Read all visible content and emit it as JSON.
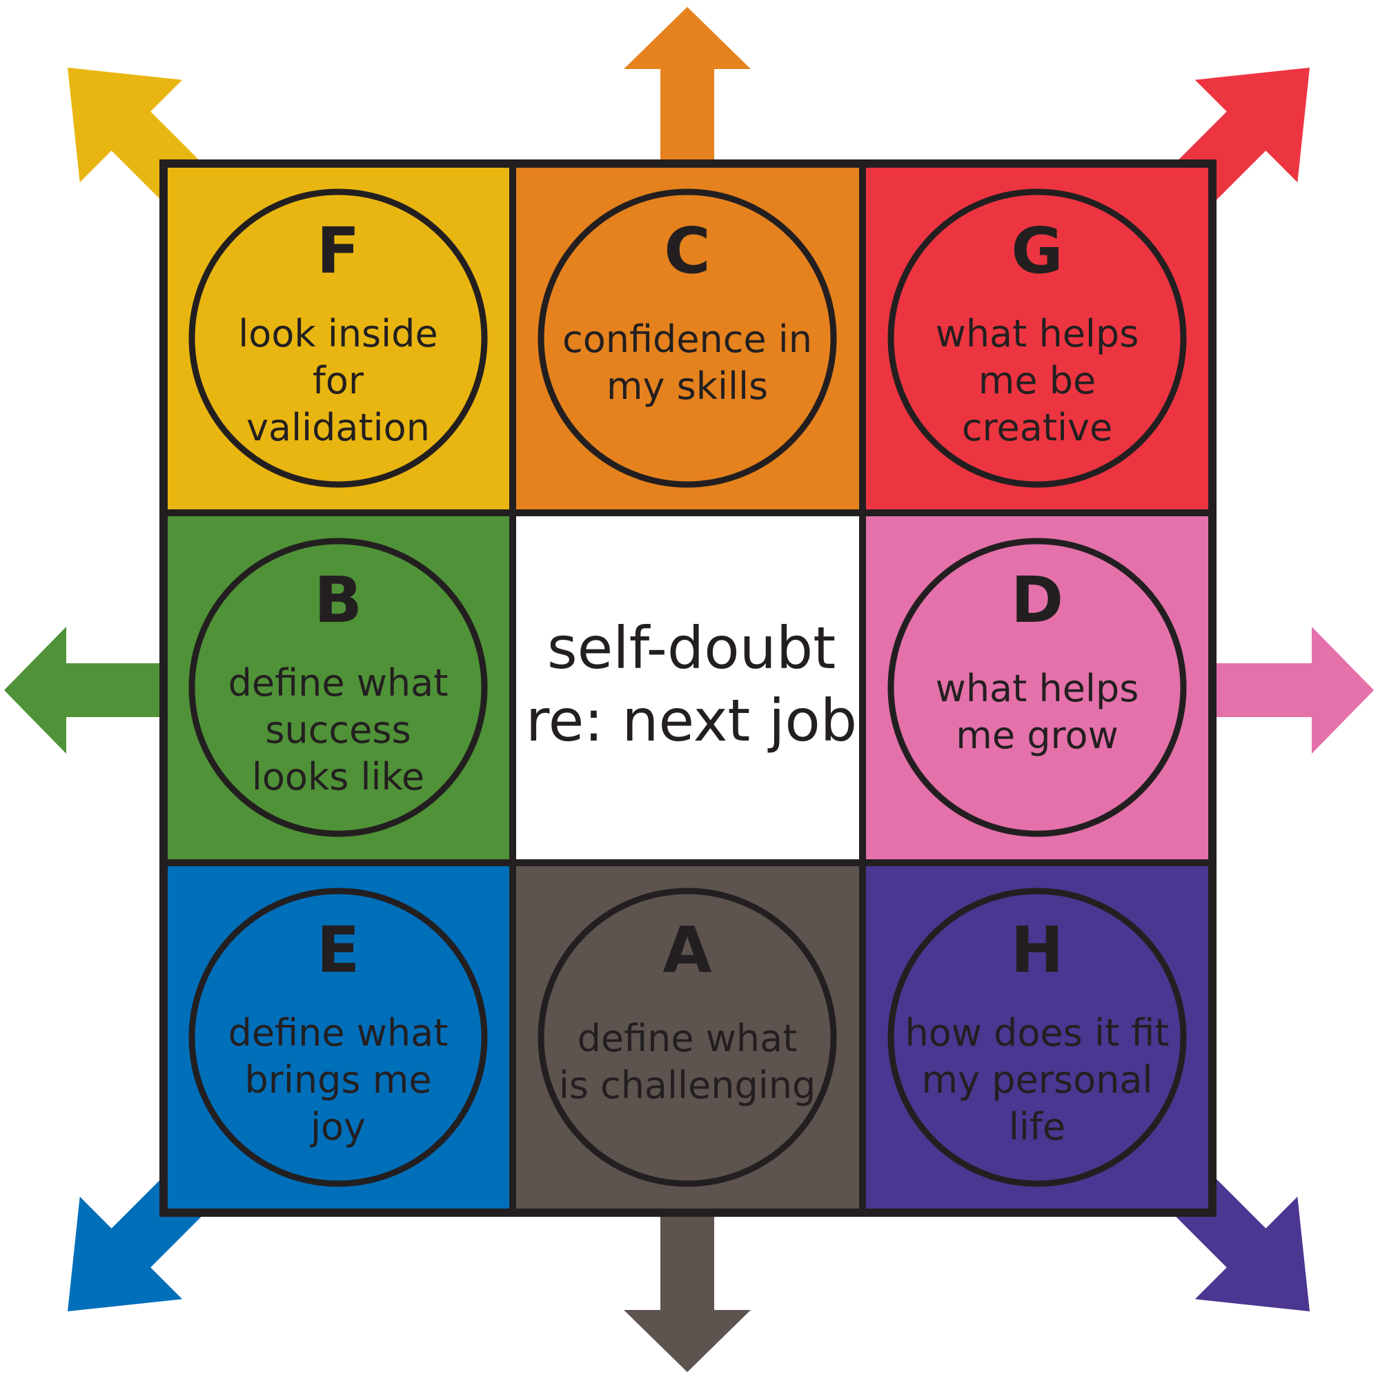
{
  "colors": {
    "outline": "#231f20",
    "center_bg": "#ffffff",
    "yellow": "#e9b611",
    "orange": "#e5821e",
    "red": "#ed3541",
    "green": "#509238",
    "pink": "#e471aa",
    "blue": "#006fba",
    "gray": "#5d534f",
    "purple": "#4b3691"
  },
  "center": {
    "lines": [
      "self-doubt",
      "re: next job"
    ]
  },
  "cells": [
    {
      "id": "F",
      "letter": "F",
      "lines": [
        "look inside",
        "for",
        "validation"
      ],
      "color": "#e9b611",
      "arrow": "up-left"
    },
    {
      "id": "C",
      "letter": "C",
      "lines": [
        "confidence in",
        "my skills"
      ],
      "color": "#e5821e",
      "arrow": "up"
    },
    {
      "id": "G",
      "letter": "G",
      "lines": [
        "what helps",
        "me be",
        "creative"
      ],
      "color": "#ed3541",
      "arrow": "up-right"
    },
    {
      "id": "B",
      "letter": "B",
      "lines": [
        "define what",
        "success",
        "looks like"
      ],
      "color": "#509238",
      "arrow": "left"
    },
    {
      "id": "D",
      "letter": "D",
      "lines": [
        "what helps",
        "me grow"
      ],
      "color": "#e471aa",
      "arrow": "right"
    },
    {
      "id": "E",
      "letter": "E",
      "lines": [
        "define what",
        "brings me",
        "joy"
      ],
      "color": "#006fba",
      "arrow": "down-left"
    },
    {
      "id": "A",
      "letter": "A",
      "lines": [
        "define what",
        "is challenging"
      ],
      "color": "#5d534f",
      "arrow": "down"
    },
    {
      "id": "H",
      "letter": "H",
      "lines": [
        "how does it fit",
        "my personal",
        "life"
      ],
      "color": "#4b3691",
      "arrow": "down-right"
    }
  ]
}
